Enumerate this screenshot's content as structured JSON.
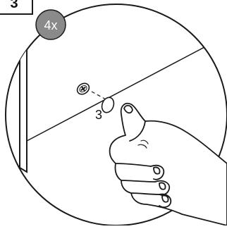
{
  "step_label": "3",
  "quantity_badge": "4x",
  "callout_number": "3",
  "colors": {
    "line": "#1a1a1a",
    "badge_fill": "#8a8a8a",
    "badge_text": "#ffffff",
    "background": "#ffffff"
  },
  "icons": [
    "screw-icon",
    "cap-icon",
    "hand-icon"
  ]
}
